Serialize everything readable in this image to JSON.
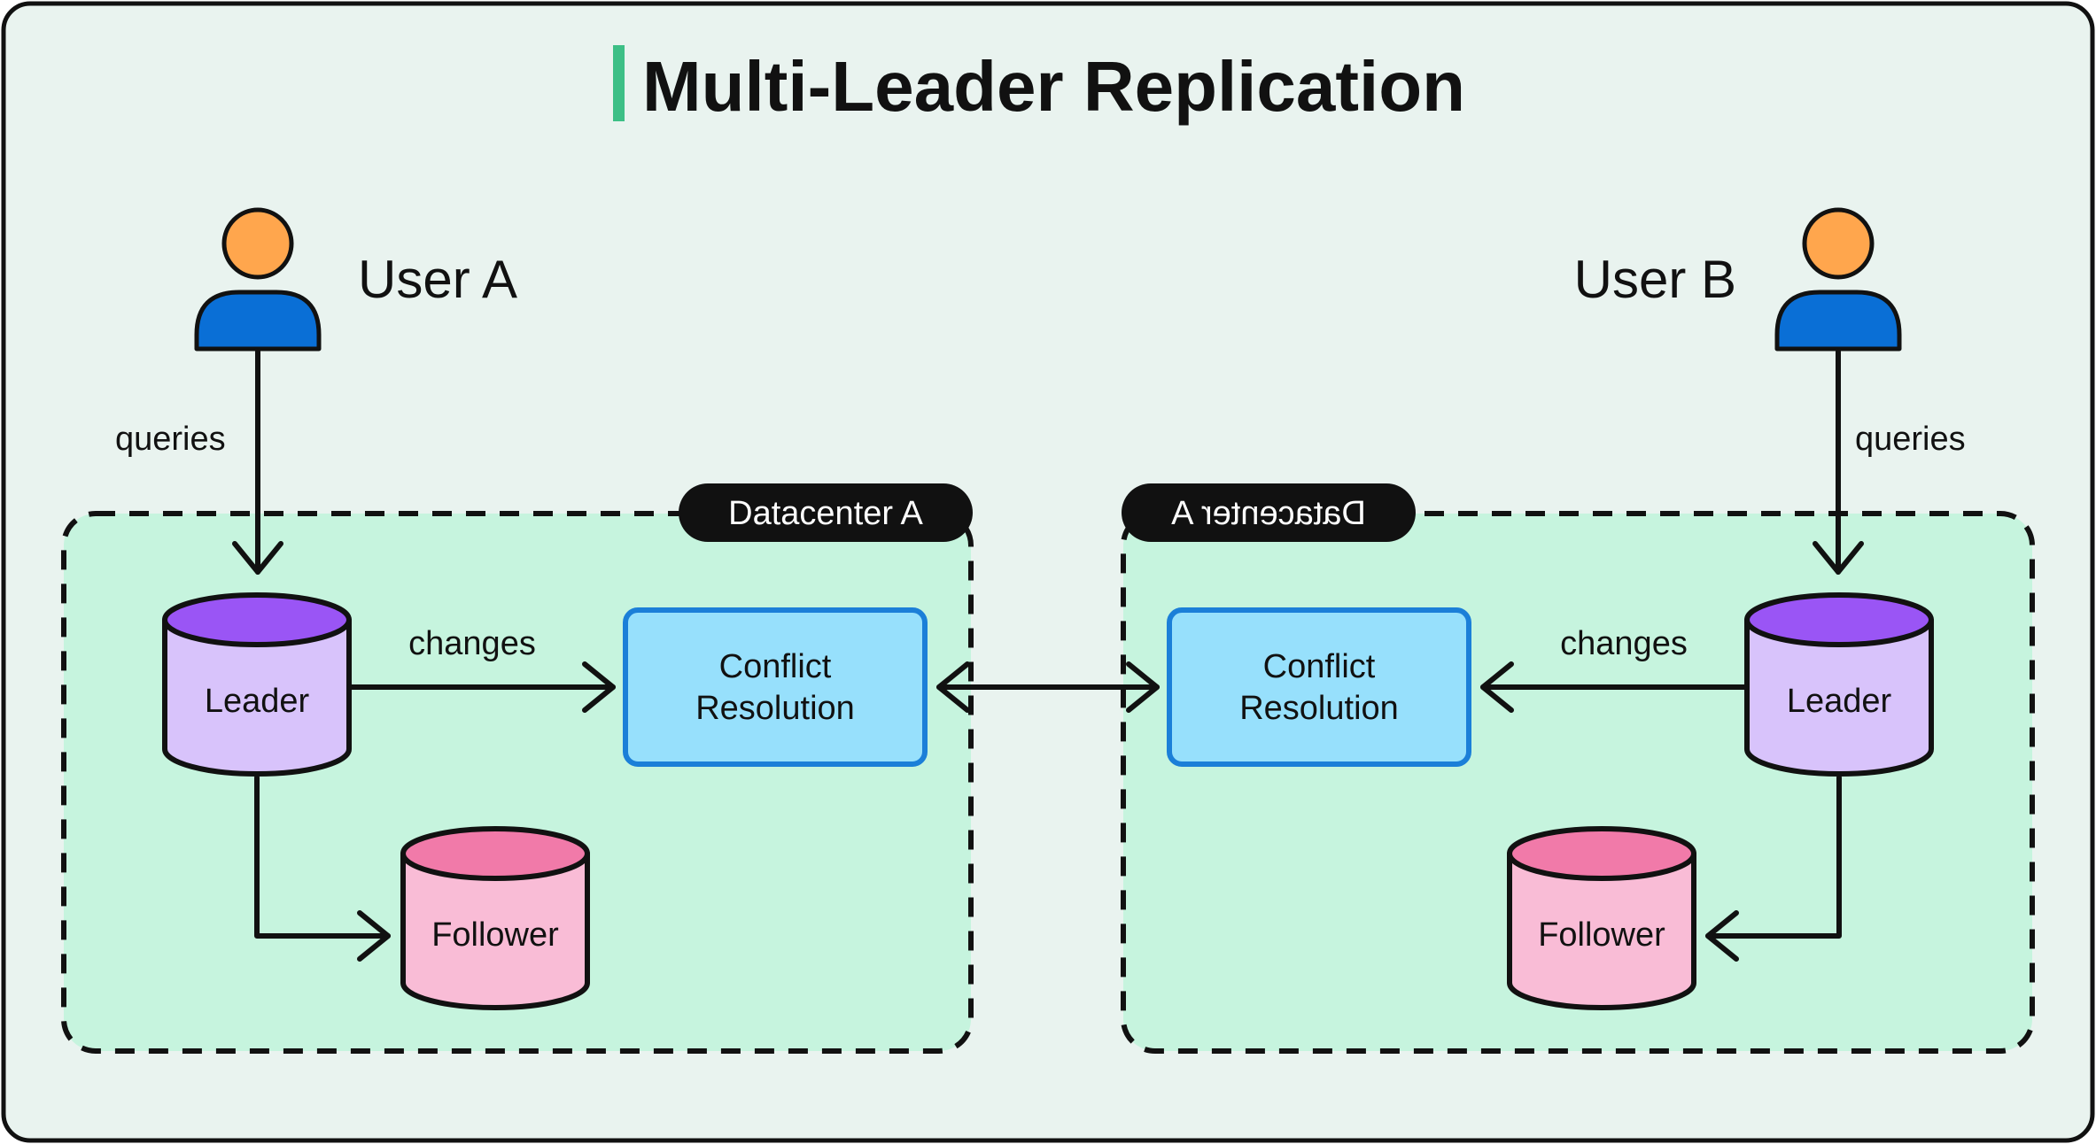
{
  "title": "Multi-Leader Replication",
  "colors": {
    "canvas_bg": "#e9f3ef",
    "title_accent": "#3dbf86",
    "datacenter_bg": "#c6f4de",
    "person_head": "#ffa64d",
    "person_body": "#0a6fd6",
    "leader_top": "#9a55f5",
    "leader_body": "#d8c3fb",
    "follower_top": "#f17aa9",
    "follower_body": "#f9bcd6",
    "conflict_fill": "#97e0fc",
    "conflict_border": "#1b7fd8",
    "stroke": "#111111"
  },
  "users": {
    "a": {
      "name": "User A",
      "edge_label": "queries"
    },
    "b": {
      "name": "User B",
      "edge_label": "queries"
    }
  },
  "datacenters": {
    "a": {
      "label": "Datacenter A",
      "mirrored": false
    },
    "b": {
      "label": "Datacenter A",
      "mirrored": true
    }
  },
  "nodes": {
    "leader_a": "Leader",
    "leader_b": "Leader",
    "follower_a": "Follower",
    "follower_b": "Follower",
    "conflict_a": [
      "Conflict",
      "Resolution"
    ],
    "conflict_b": [
      "Conflict",
      "Resolution"
    ]
  },
  "edges": {
    "changes_a": "changes",
    "changes_b": "changes"
  }
}
